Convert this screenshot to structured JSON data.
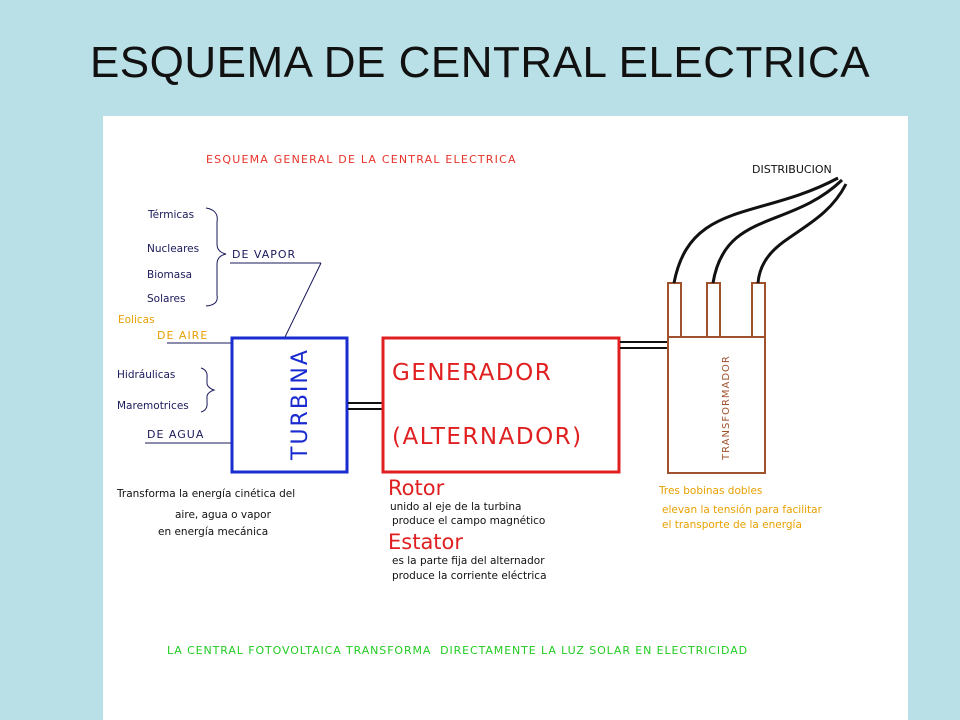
{
  "title": "ESQUEMA DE CENTRAL ELECTRICA",
  "diagram": {
    "heading": "ESQUEMA GENERAL DE LA CENTRAL ELECTRICA",
    "sources": {
      "termicas": "Térmicas",
      "nucleares": "Nucleares",
      "biomasa": "Biomasa",
      "solares": "Solares",
      "de_vapor": "DE VAPOR",
      "eolicas": "Eolicas",
      "de_aire": "DE AIRE",
      "hidraulicas": "Hidráulicas",
      "maremotrices": "Maremotrices",
      "de_agua": "DE AGUA"
    },
    "turbina": {
      "label": "TURBINA",
      "desc_1": "Transforma la energía cinética del",
      "desc_2": "aire, agua o vapor",
      "desc_3": "en energía mecánica"
    },
    "generador": {
      "label_1": "GENERADOR",
      "label_2": "(ALTERNADOR)",
      "rotor": "Rotor",
      "rotor_1": "unido al eje de la turbina",
      "rotor_2": "produce el campo magnético",
      "estator": "Estator",
      "estator_1": "es la parte fija del alternador",
      "estator_2": "produce la corriente eléctrica"
    },
    "transformador": {
      "label": "TRANSFORMADOR",
      "bobinas": "Tres bobinas dobles",
      "desc_1": "elevan la tensión para facilitar",
      "desc_2": "el transporte de la energía"
    },
    "distribucion": "DISTRIBUCION",
    "footer": "LA CENTRAL FOTOVOLTAICA TRANSFORMA  DIRECTAMENTE LA LUZ SOLAR EN ELECTRICIDAD",
    "colors": {
      "heading_red": "#e8332a",
      "turbine_blue": "#1a2ccf",
      "generator_red": "#e02020",
      "transformer_brown": "#a0522d",
      "orange_text": "#e8a000",
      "footer_green": "#22cc22"
    }
  }
}
